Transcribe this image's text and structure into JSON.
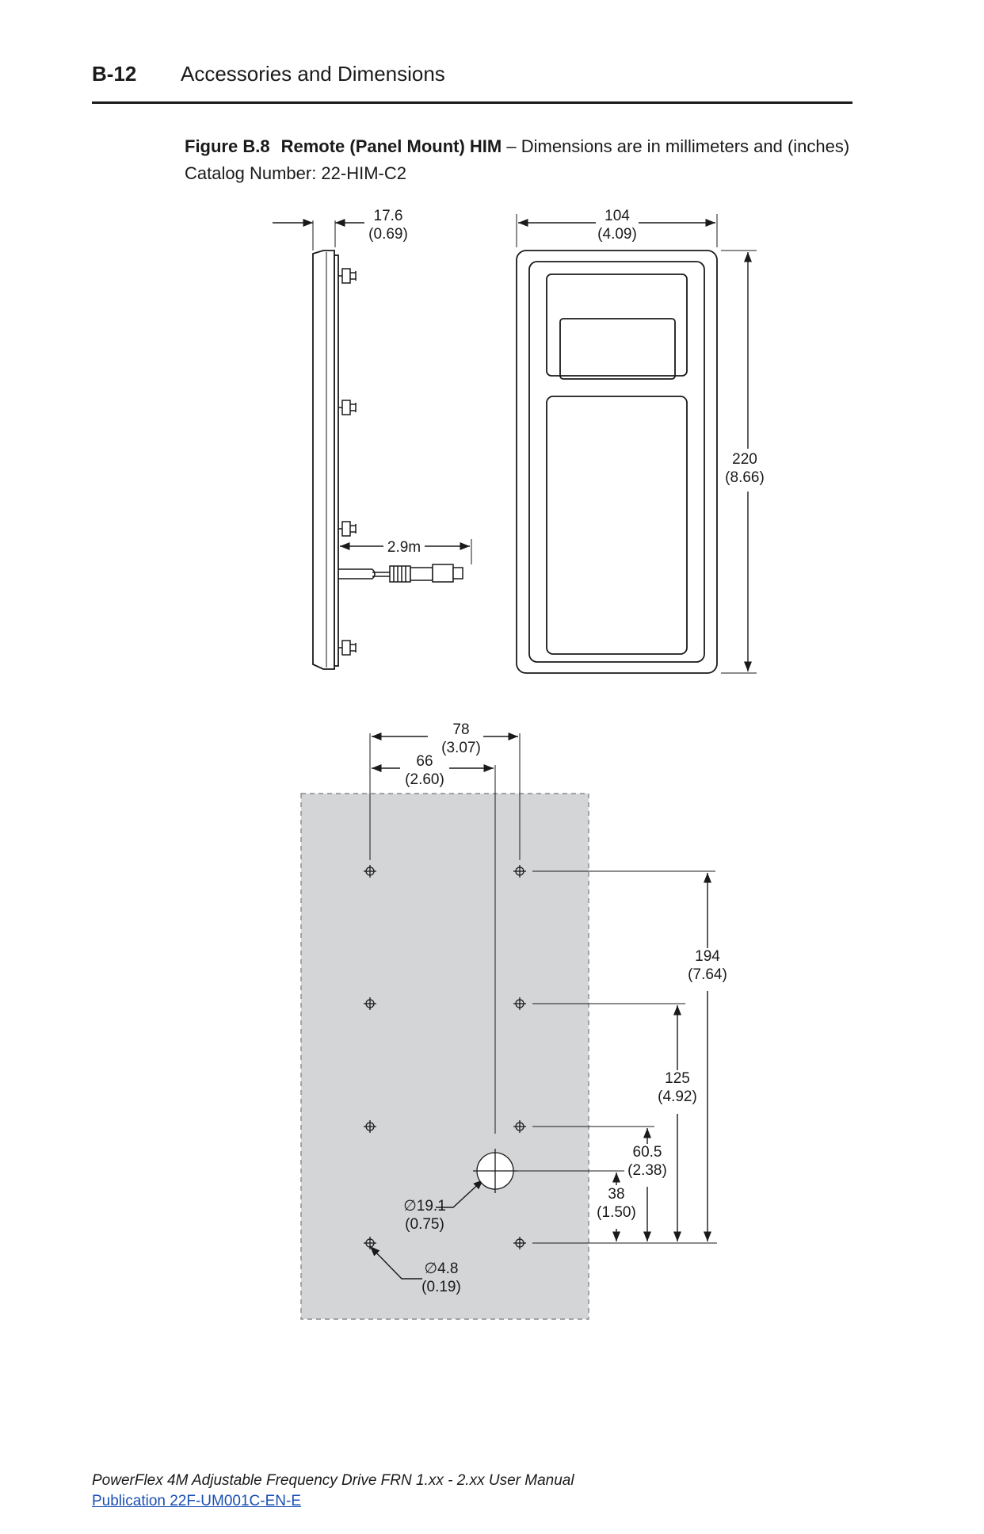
{
  "header": {
    "page_number": "B-12",
    "section_title": "Accessories and Dimensions"
  },
  "figure": {
    "label": "Figure B.8",
    "title": "Remote (Panel Mount) HIM",
    "subtitle": "– Dimensions are in millimeters and (inches)",
    "catalog": "Catalog Number: 22-HIM-C2"
  },
  "dimensions": {
    "depth_mm": "17.6",
    "depth_in": "(0.69)",
    "width_mm": "104",
    "width_in": "(4.09)",
    "height_mm": "220",
    "height_in": "(8.66)",
    "cable_length": "2.9m",
    "hole_span_outer_mm": "78",
    "hole_span_outer_in": "(3.07)",
    "center_offset_mm": "66",
    "center_offset_in": "(2.60)",
    "vertical_194_mm": "194",
    "vertical_194_in": "(7.64)",
    "vertical_125_mm": "125",
    "vertical_125_in": "(4.92)",
    "vertical_60_mm": "60.5",
    "vertical_60_in": "(2.38)",
    "vertical_38_mm": "38",
    "vertical_38_in": "(1.50)",
    "big_hole_mm": "∅19.1",
    "big_hole_in": "(0.75)",
    "small_hole_mm": "∅4.8",
    "small_hole_in": "(0.19)"
  },
  "footer": {
    "manual_title": "PowerFlex 4M Adjustable Frequency Drive FRN 1.xx - 2.xx User Manual",
    "publication": "Publication 22F-UM001C-EN-E"
  }
}
